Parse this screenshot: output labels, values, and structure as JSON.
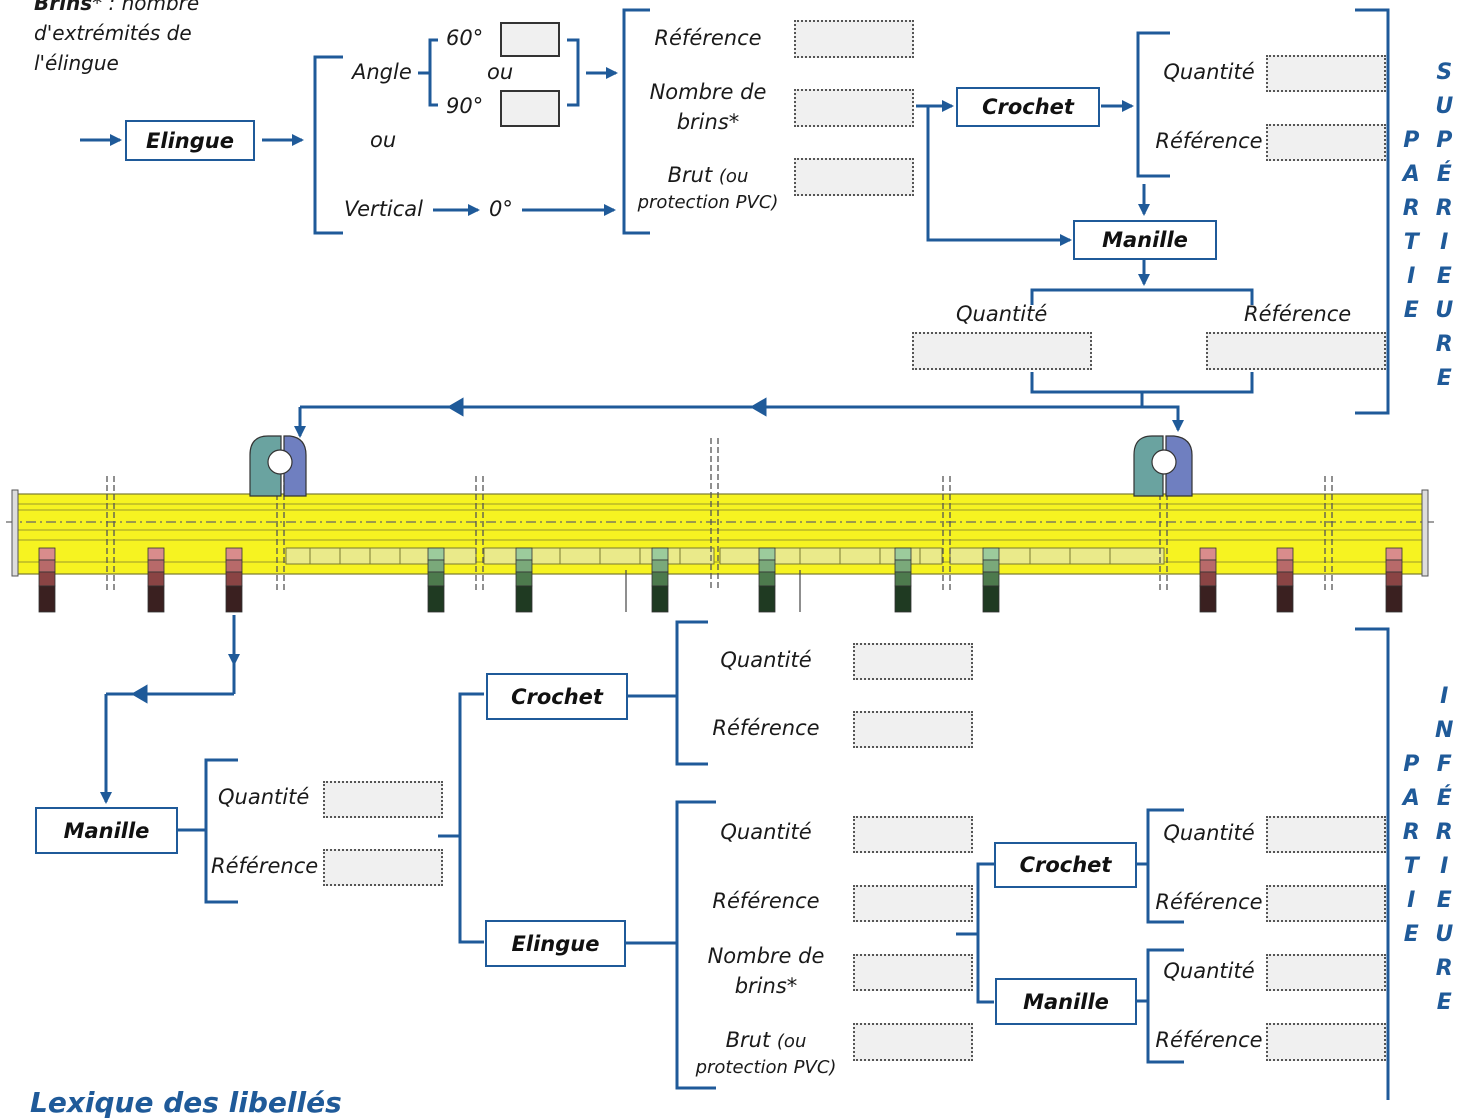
{
  "note": {
    "line1_bold": "Brins",
    "line1_rest": "* : nombre",
    "line2": "d'extrémités de",
    "line3": "l'élingue"
  },
  "top": {
    "elingue": "Elingue",
    "angle": "Angle",
    "deg60": "60°",
    "or_mid": "ou",
    "deg90": "90°",
    "or_left": "ou",
    "vertical": "Vertical",
    "deg0": "0°",
    "reference": "Référence",
    "nombre_de": "Nombre de",
    "brins": "brins*",
    "brut": "Brut",
    "ou_small": "(ou",
    "protection": "protection PVC)",
    "crochet": "Crochet",
    "crochet_quantite": "Quantité",
    "crochet_reference": "Référence",
    "manille": "Manille",
    "manille_quantite": "Quantité",
    "manille_reference": "Référence"
  },
  "side_labels": {
    "partie": "PARTIE",
    "superieure": "SUPÉRIEURE",
    "inferieure": "INFÉRIEURE"
  },
  "bottom": {
    "manille": "Manille",
    "manille_quantite": "Quantité",
    "manille_reference": "Référence",
    "crochet": "Crochet",
    "crochet_quantite": "Quantité",
    "crochet_reference": "Référence",
    "elingue": "Elingue",
    "el_quantite": "Quantité",
    "el_reference": "Référence",
    "el_nombre_de": "Nombre de",
    "el_brins": "brins*",
    "el_brut": "Brut",
    "el_ou_small": "(ou",
    "el_protection": "protection PVC)",
    "sub_crochet": "Crochet",
    "sub_crochet_quantite": "Quantité",
    "sub_crochet_reference": "Référence",
    "sub_manille": "Manille",
    "sub_manille_quantite": "Quantité",
    "sub_manille_reference": "Référence"
  },
  "footer_partial": "Lexique des libellés",
  "colors": {
    "connector": "#1f5a99",
    "beam_yellow": "#f5f22a",
    "field_fill": "#f0f0f0",
    "label_blue": "#1f5a99"
  }
}
